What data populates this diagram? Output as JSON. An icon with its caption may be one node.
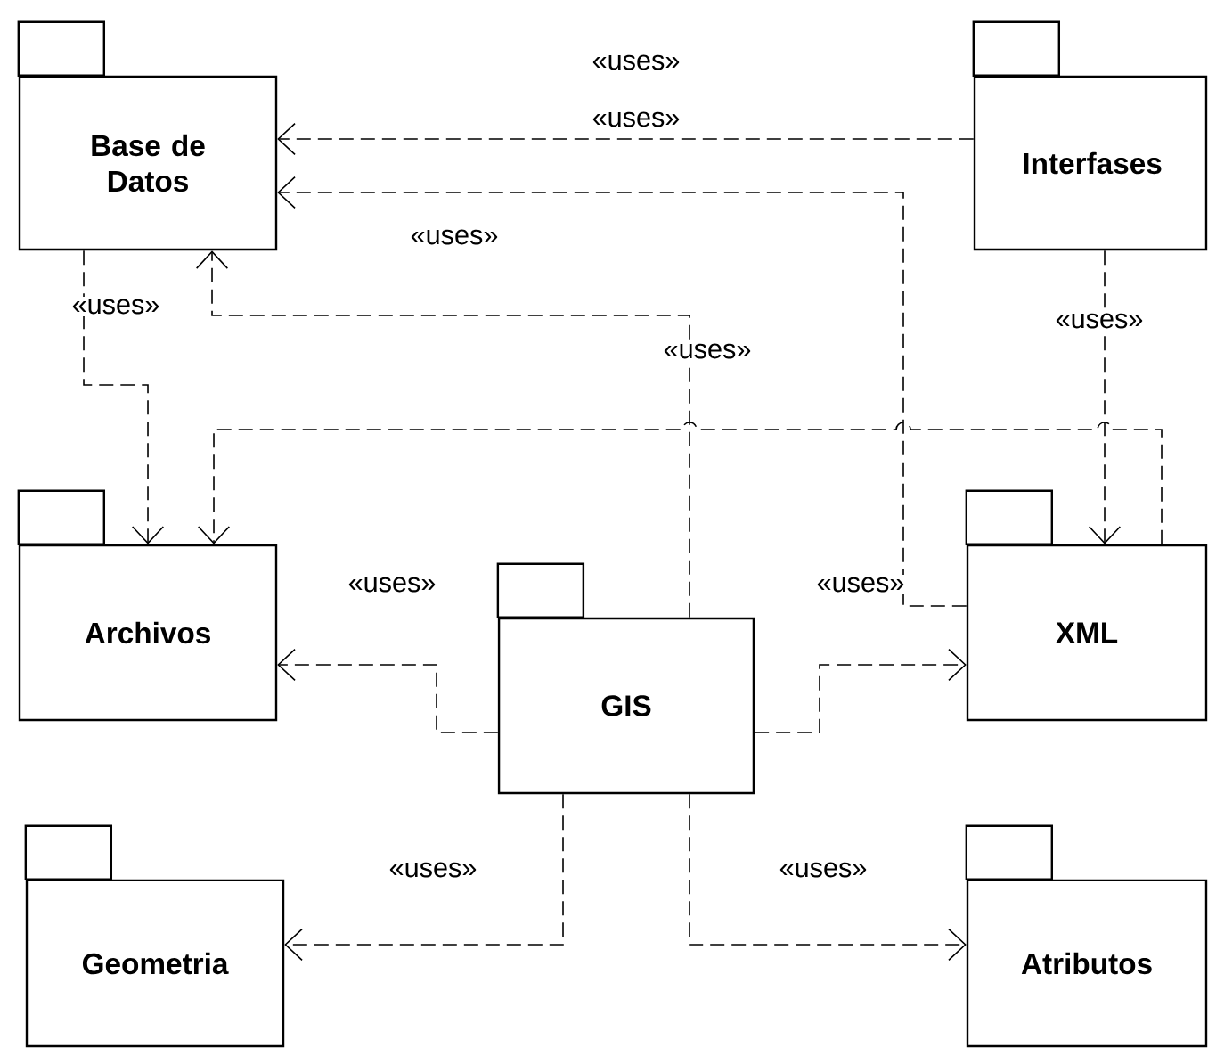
{
  "diagram": {
    "nodes": [
      {
        "text": [
          "Base de Datos"
        ]
      },
      {
        "text": [
          "Interfases"
        ]
      },
      {
        "text": [
          "Archivos"
        ]
      },
      {
        "text": [
          "GIS"
        ]
      },
      {
        "text": [
          "XML"
        ]
      },
      {
        "text": [
          "Geometria"
        ]
      },
      {
        "text": [
          "Atributos"
        ]
      }
    ],
    "edges": [
      {
        "from": 1,
        "to": 0,
        "arrow": "to",
        "style": "dashed",
        "label": "«uses»"
      },
      {
        "from": 4,
        "to": 0,
        "arrow": "to",
        "style": "dashed",
        "label": "«uses»"
      },
      {
        "from": 3,
        "to": 0,
        "arrow": "to",
        "style": "dashed",
        "label": "«uses»"
      },
      {
        "from": 0,
        "to": 2,
        "arrow": "to",
        "style": "dashed",
        "label": "«uses»"
      },
      {
        "from": 4,
        "to": 2,
        "arrow": "to",
        "style": "dashed"
      },
      {
        "from": 1,
        "to": 4,
        "arrow": "to",
        "style": "dashed",
        "label": "«uses»"
      },
      {
        "from": 3,
        "to": 2,
        "arrow": "to",
        "style": "dashed",
        "label": "«uses»"
      },
      {
        "from": 3,
        "to": 4,
        "arrow": "to",
        "style": "dashed"
      },
      {
        "from": 3,
        "to": 5,
        "arrow": "to",
        "style": "dashed",
        "label": "«uses»"
      },
      {
        "from": 3,
        "to": 6,
        "arrow": "to",
        "style": "dashed",
        "label": "«uses»"
      }
    ],
    "labels": [
      "«uses»",
      "«uses»"
    ]
  }
}
